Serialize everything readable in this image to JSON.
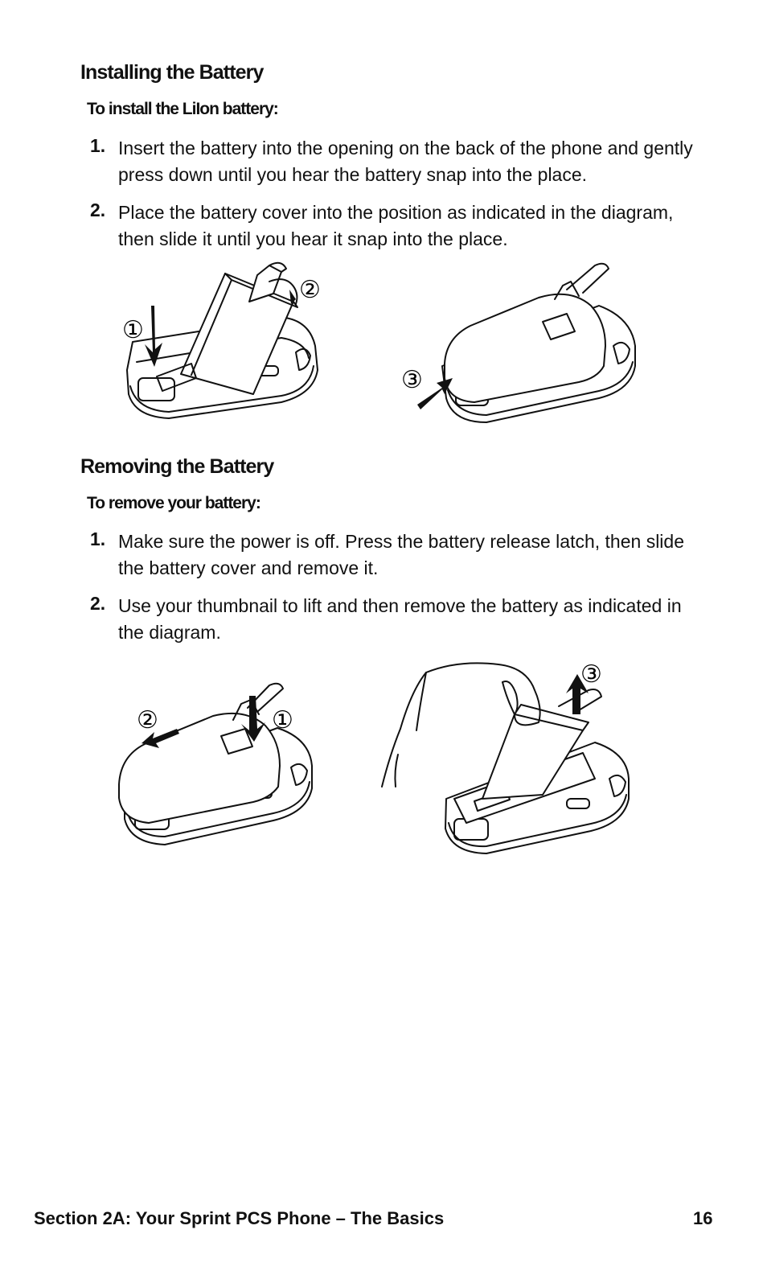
{
  "install": {
    "heading": "Installing the Battery",
    "subheading": "To install the LiIon battery:",
    "steps": [
      {
        "num": "1.",
        "text": "Insert the battery into the opening on the back of the phone and gently press down until you hear the battery snap into the place."
      },
      {
        "num": "2.",
        "text": "Place the battery cover into the position as indicated in the diagram, then slide it until you hear it snap into the place."
      }
    ],
    "figure_callouts": [
      "①",
      "②",
      "③"
    ]
  },
  "remove": {
    "heading": "Removing the Battery",
    "subheading": "To remove your battery:",
    "steps": [
      {
        "num": "1.",
        "text": "Make sure the power is off. Press the battery release latch, then slide the battery cover and remove it."
      },
      {
        "num": "2.",
        "text": "Use your thumbnail to lift and then remove the battery as indicated in the diagram."
      }
    ],
    "figure_callouts": [
      "②",
      "①",
      "③"
    ]
  },
  "footer": {
    "section": "Section 2A: Your Sprint PCS Phone – The Basics",
    "page": "16"
  }
}
